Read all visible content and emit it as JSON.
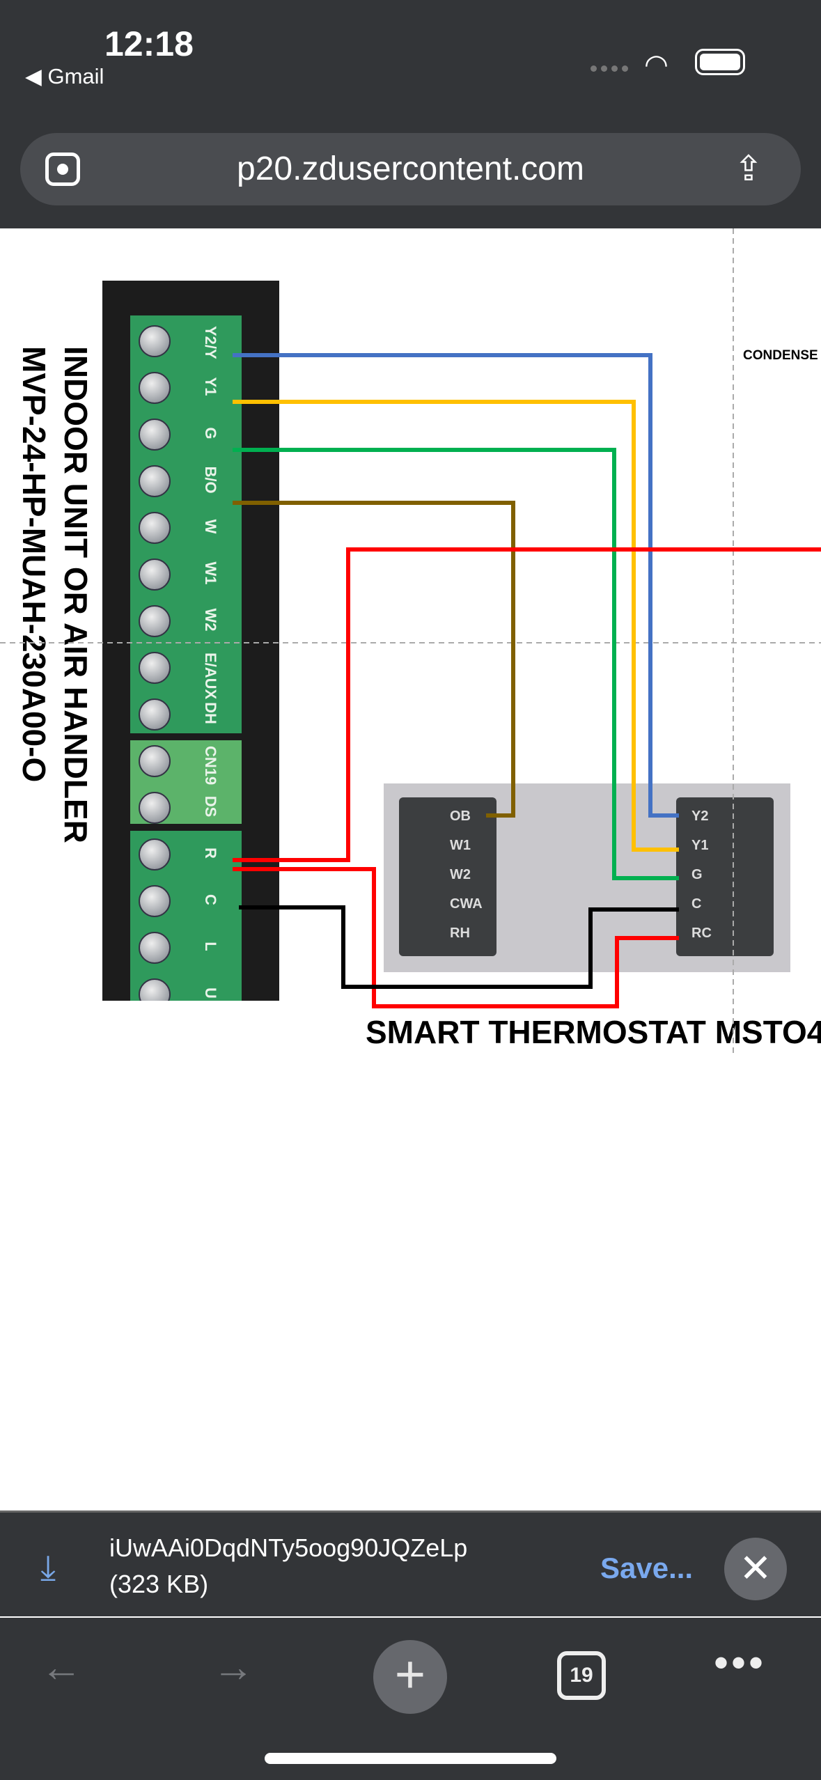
{
  "status_bar": {
    "time": "12:18",
    "back_app": "◀ Gmail",
    "wifi_icon": "wifi-icon",
    "battery_icon": "battery-icon"
  },
  "address_bar": {
    "url": "p20.zdusercontent.com",
    "lens_icon": "camera-lens-icon",
    "share_icon": "share-icon"
  },
  "diagram": {
    "indoor_title": "INDOOR UNIT OR AIR HANDLER",
    "indoor_model": "MVP-24-HP-MUAH-230A00-O",
    "board_terminals": [
      "Y2/Y",
      "Y1",
      "G",
      "B/O",
      "W",
      "W1",
      "W2",
      "E/AUX",
      "DH",
      "CN19",
      "DS",
      "R",
      "C",
      "L",
      "U"
    ],
    "thermostat_left_terminals": [
      "OB",
      "W1",
      "W2",
      "CWA",
      "RH"
    ],
    "thermostat_right_terminals": [
      "Y2",
      "Y1",
      "G",
      "C",
      "RC"
    ],
    "thermostat_title": "SMART THERMOSTAT MSTO4",
    "condenser_label": "CONDENSE",
    "wire_colors": {
      "blue": "#4472c4",
      "yellow": "#ffc000",
      "green": "#00b050",
      "brown": "#806000",
      "red": "#ff0000",
      "black": "#000000"
    }
  },
  "download": {
    "filename": "iUwAAi0DqdNTy5oog90JQZeLp",
    "size": "(323 KB)",
    "save_label": "Save...",
    "accent": "#7aa9ee"
  },
  "toolbar": {
    "tab_count": "19"
  }
}
